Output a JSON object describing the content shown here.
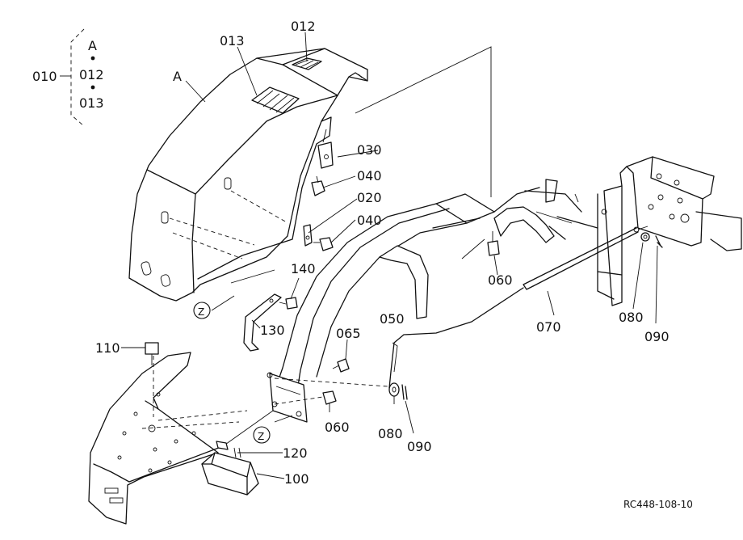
{
  "diagram": {
    "drawing_code": "RC448-108-10",
    "assembly": {
      "number": "010",
      "members": [
        "A",
        "012",
        "013"
      ]
    },
    "callouts": {
      "a": "A",
      "p012": "012",
      "p013": "013",
      "p020": "020",
      "p030": "030",
      "p040a": "040",
      "p040b": "040",
      "p050": "050",
      "p060a": "060",
      "p060b": "060",
      "p065": "065",
      "p070": "070",
      "p080a": "080",
      "p080b": "080",
      "p090a": "090",
      "p090b": "090",
      "p100": "100",
      "p110": "110",
      "p120": "120",
      "p130": "130",
      "p140": "140",
      "z1": "Z",
      "z2": "Z"
    }
  }
}
